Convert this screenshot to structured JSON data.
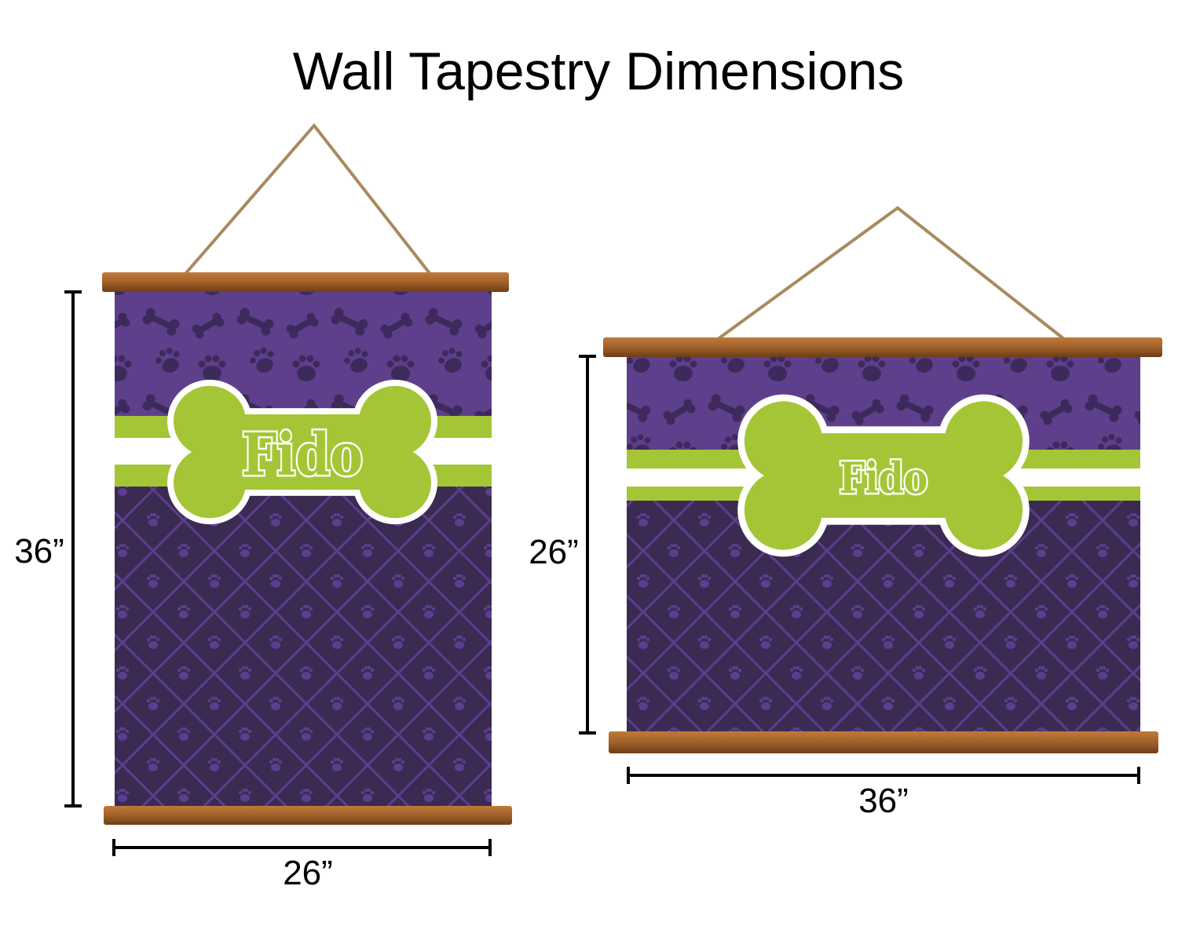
{
  "title": "Wall Tapestry Dimensions",
  "colors": {
    "upper_purple": "#5e3f8c",
    "dark_purple": "#3b2a52",
    "green": "#a4c636",
    "white": "#ffffff",
    "wood": "#a0612a"
  },
  "tapestries": [
    {
      "orientation": "portrait",
      "name_text": "Fido",
      "height_label": "36”",
      "width_label": "26”"
    },
    {
      "orientation": "landscape",
      "name_text": "Fido",
      "height_label": "26”",
      "width_label": "36”"
    }
  ]
}
